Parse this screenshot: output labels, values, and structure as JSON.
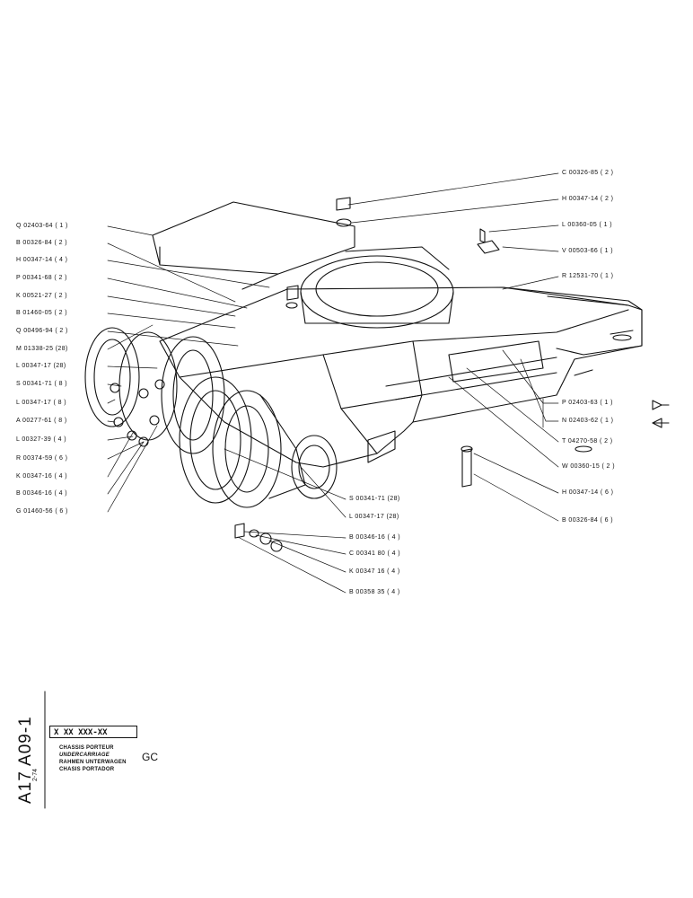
{
  "diagram": {
    "left_callouts": [
      "Q 02403-64 ( 1 )",
      "B 00326-84 ( 2 )",
      "H 00347-14 ( 4 )",
      "P 00341-68 ( 2 )",
      "K 00521-27 ( 2 )",
      "B 01460-05 ( 2 )",
      "Q 00496-94 ( 2 )",
      "M 01338-25 (28)",
      "L 00347-17 (28)",
      "S 00341-71 ( 8 )",
      "L 00347-17 ( 8 )",
      "A 00277-61 ( 8 )",
      "L 00327-39 ( 4 )",
      "R 00374-59 ( 6 )",
      "K 00347-16 ( 4 )",
      "B 00346-16 ( 4 )",
      "G 01460-56 ( 6 )"
    ],
    "right_callouts": [
      "C 00326-85 ( 2 )",
      "H 00347-14 ( 2 )",
      "L 00360-05 ( 1 )",
      "V 00503-66 ( 1 )",
      "R 12531-70 ( 1 )",
      "P 02403-63 ( 1 )",
      "N 02403-62 ( 1 )",
      "T 04270-58 ( 2 )",
      "W 00360-15 ( 2 )",
      "H 00347-14 ( 6 )",
      "B 00326-84 ( 6 )"
    ],
    "bottom_callouts": [
      "S 00341-71 (28)",
      "L 00347-17 (28)",
      "B 00346-16 ( 4 )",
      "C 00341 80 ( 4 )",
      "K 00347 16 ( 4 )",
      "B 00358 35 ( 4 )"
    ]
  },
  "sidebar": {
    "code_main": "A17 A09-1",
    "date": "2-74"
  },
  "title_block": {
    "part_number": "X XX XXX-XX",
    "lines": [
      "CHASSIS PORTEUR",
      "UNDERCARRIAGE",
      "RAHMEN UNTERWAGEN",
      "CHASIS PORTADOR"
    ],
    "model": "GC"
  }
}
